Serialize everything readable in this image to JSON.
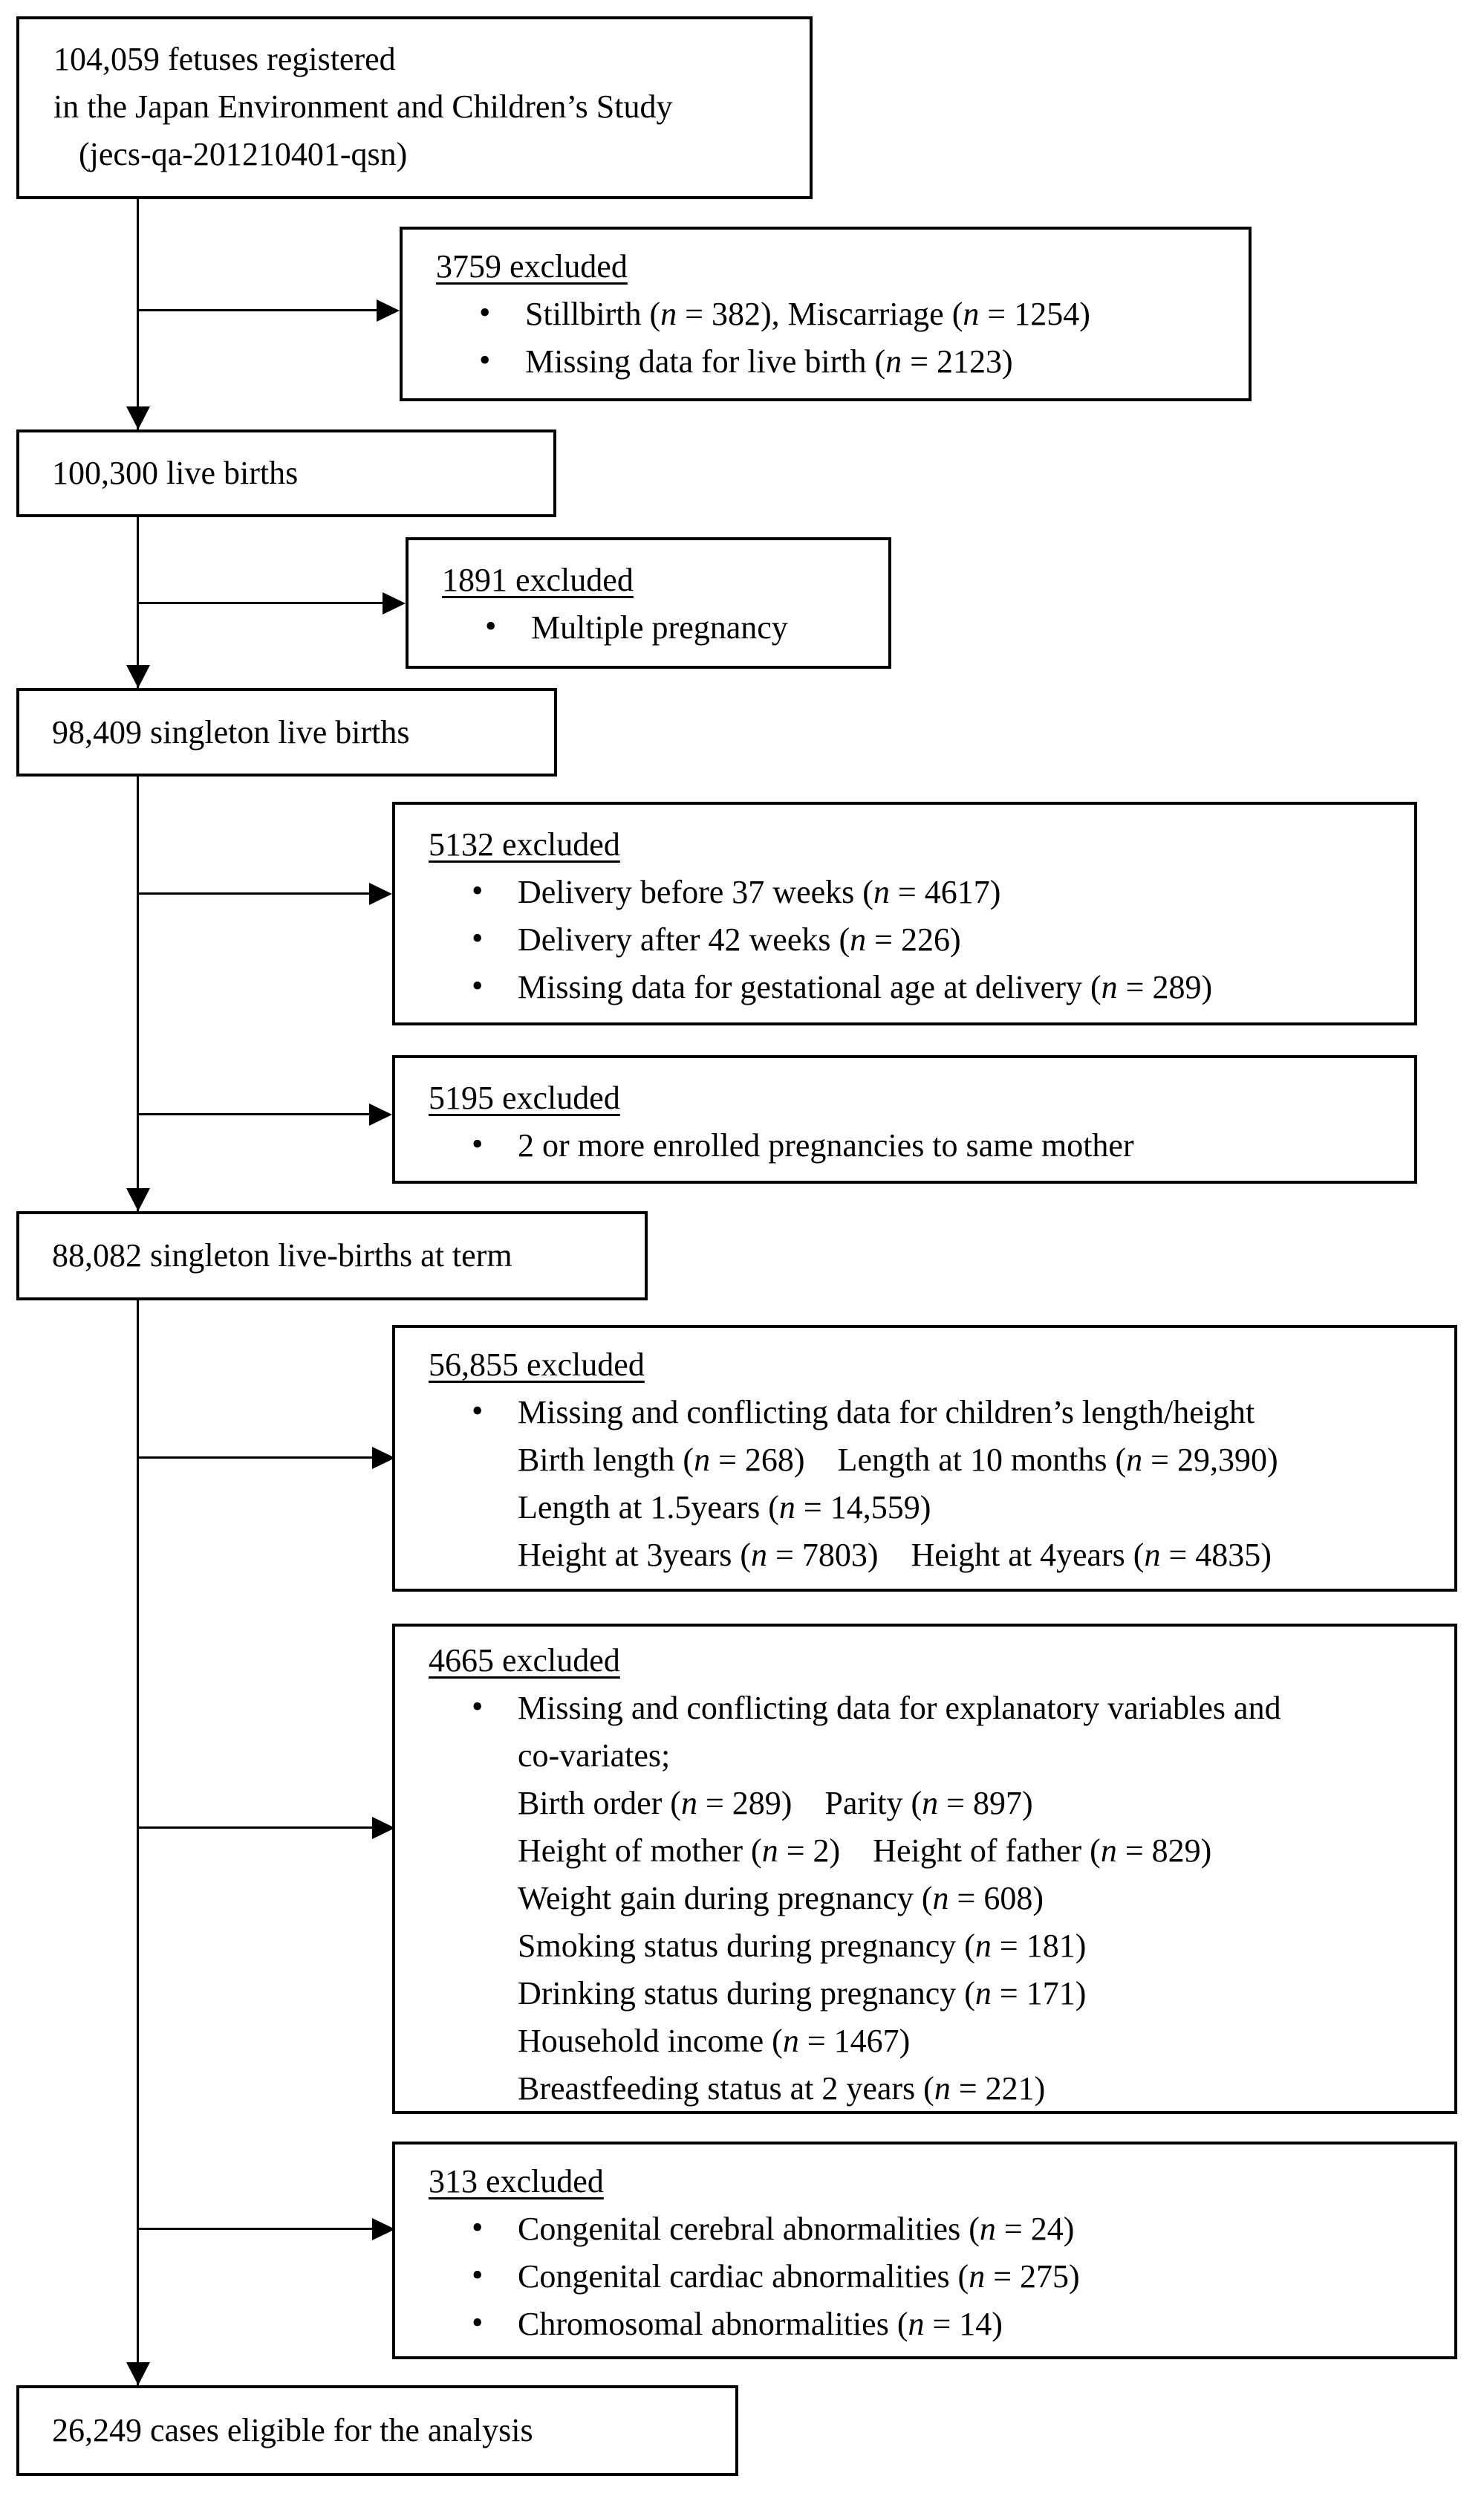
{
  "glyphs": {
    "bullet": "•"
  },
  "flow_boxes": {
    "registered": {
      "lines": [
        "104,059 fetuses registered",
        "in the Japan Environment and Children’s Study",
        "(jecs-qa-201210401-qsn)"
      ]
    },
    "live_births": {
      "label": "100,300 live births"
    },
    "singleton": {
      "label": "98,409 singleton live births"
    },
    "term": {
      "label": "88,082 singleton live-births at term"
    },
    "eligible": {
      "label": "26,249 cases eligible for the analysis"
    }
  },
  "exclusion_boxes": {
    "e1": {
      "title": "3759 excluded",
      "items": [
        {
          "b": 1,
          "t": "Stillbirth (n = 382), Miscarriage (n = 1254)"
        },
        {
          "b": 1,
          "t": "Missing data for live birth (n = 2123)"
        }
      ]
    },
    "e2": {
      "title": "1891 excluded",
      "items": [
        {
          "b": 1,
          "t": "Multiple pregnancy"
        }
      ]
    },
    "e3": {
      "title": "5132 excluded",
      "items": [
        {
          "b": 1,
          "t": "Delivery before 37 weeks (n = 4617)"
        },
        {
          "b": 1,
          "t": "Delivery after 42 weeks (n = 226)"
        },
        {
          "b": 1,
          "t": "Missing data for gestational age at delivery (n = 289)"
        }
      ]
    },
    "e4": {
      "title": "5195 excluded",
      "items": [
        {
          "b": 1,
          "t": "2 or more enrolled pregnancies to same mother"
        }
      ]
    },
    "e5": {
      "title": "56,855 excluded",
      "items": [
        {
          "b": 1,
          "t": "Missing and conflicting data for children’s length/height"
        },
        {
          "b": 0,
          "t": "Birth length (n = 268)    Length at 10 months (n = 29,390)"
        },
        {
          "b": 0,
          "t": "Length at 1.5years (n = 14,559)"
        },
        {
          "b": 0,
          "t": "Height at 3years (n = 7803)    Height at 4years (n = 4835)"
        }
      ]
    },
    "e6": {
      "title": "4665 excluded",
      "items": [
        {
          "b": 1,
          "t": "Missing and conflicting data for explanatory variables and"
        },
        {
          "b": 0,
          "t": "co-variates;"
        },
        {
          "b": 0,
          "t": "Birth order (n = 289)    Parity (n = 897)"
        },
        {
          "b": 0,
          "t": "Height of mother (n = 2)    Height of father (n = 829)"
        },
        {
          "b": 0,
          "t": "Weight gain during pregnancy (n = 608)"
        },
        {
          "b": 0,
          "t": "Smoking status during pregnancy (n = 181)"
        },
        {
          "b": 0,
          "t": "Drinking status during pregnancy (n = 171)"
        },
        {
          "b": 0,
          "t": "Household income (n = 1467)"
        },
        {
          "b": 0,
          "t": "Breastfeeding status at 2 years (n = 221)"
        }
      ]
    },
    "e7": {
      "title": "313 excluded",
      "items": [
        {
          "b": 1,
          "t": "Congenital cerebral abnormalities (n = 24)"
        },
        {
          "b": 1,
          "t": "Congenital cardiac abnormalities (n = 275)"
        },
        {
          "b": 1,
          "t": "Chromosomal abnormalities (n = 14)"
        }
      ]
    }
  }
}
